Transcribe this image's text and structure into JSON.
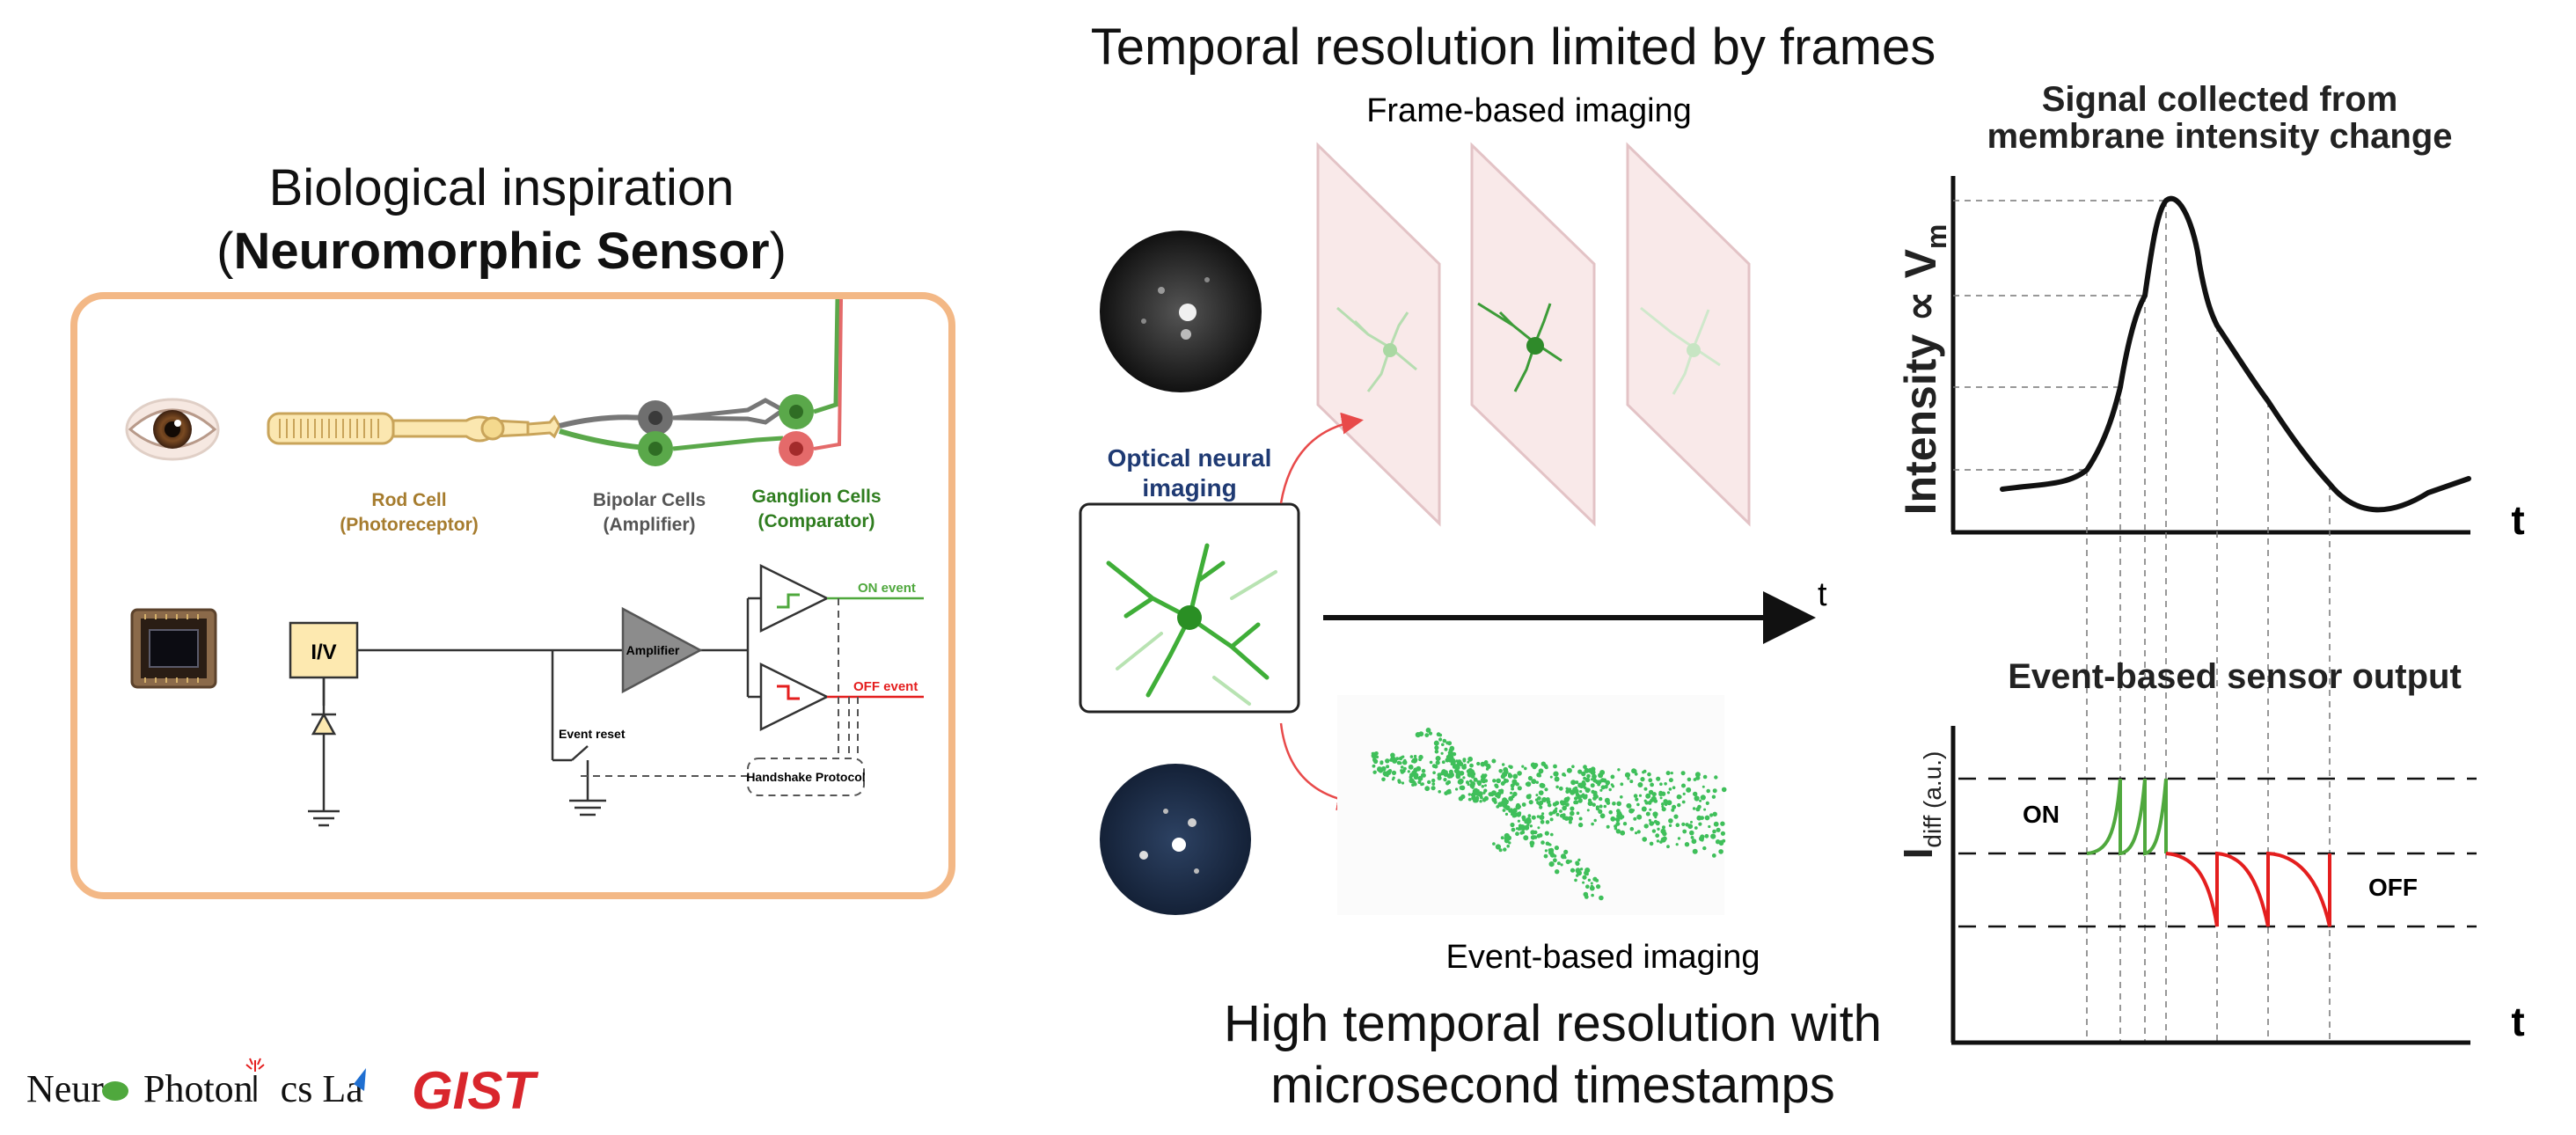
{
  "left_panel": {
    "title_line1": "Biological inspiration",
    "title_line2_open": "(",
    "title_line2_bold": "Neuromorphic Sensor",
    "title_line2_close": ")",
    "rod_cell": "Rod Cell",
    "rod_cell_sub": "(Photoreceptor)",
    "bipolar_cells": "Bipolar Cells",
    "bipolar_cells_sub": "(Amplifier)",
    "ganglion_cells": "Ganglion Cells",
    "ganglion_cells_sub": "(Comparator)",
    "iv_block": "I/V",
    "amplifier": "Amplifier",
    "on_event": "ON event",
    "off_event": "OFF event",
    "event_reset": "Event reset",
    "handshake": "Handshake Protocol"
  },
  "middle_panel": {
    "top_title": "Temporal resolution limited by frames",
    "frame_based": "Frame-based imaging",
    "optical_imaging_l1": "Optical neural",
    "optical_imaging_l2": "imaging",
    "time_axis": "t",
    "event_based": "Event-based imaging",
    "bottom_title_l1": "High temporal resolution with",
    "bottom_title_l2": "microsecond timestamps"
  },
  "right_panel": {
    "signal_title_l1": "Signal collected from",
    "signal_title_l2": "membrane intensity change",
    "signal_ylabel": "Intensity ∝ V",
    "signal_ylabel_sub": "m",
    "signal_xlabel": "t",
    "event_title": "Event-based sensor output",
    "event_ylabel": "I",
    "event_ylabel_sub": "diff (a.u.)",
    "on_label": "ON",
    "off_label": "OFF",
    "event_xlabel": "t"
  },
  "footer": {
    "lab_part1": "Neur",
    "lab_part2": "Photon",
    "lab_part3": "cs La",
    "institute": "GIST"
  },
  "colors": {
    "orange_border": "#f3b886",
    "green": "#4fa83d",
    "red": "#e41e1e",
    "navy": "#1f3a73",
    "gist_red": "#d9262c",
    "rod_gold": "#a67c2e"
  }
}
